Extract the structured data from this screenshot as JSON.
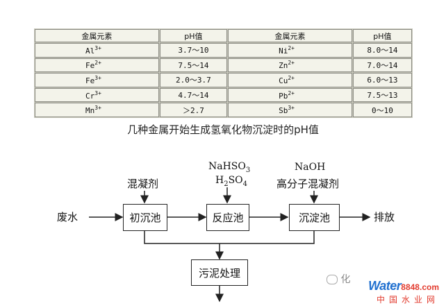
{
  "table": {
    "headers": [
      "金属元素",
      "pH值",
      "金属元素",
      "pH值"
    ],
    "rows": [
      {
        "e1": "Al",
        "c1": "3+",
        "p1": "3.7～10",
        "e2": "Ni",
        "c2": "2+",
        "p2": "8.0～14"
      },
      {
        "e1": "Fe",
        "c1": "2+",
        "p1": "7.5～14",
        "e2": "Zn",
        "c2": "2+",
        "p2": "7.0～14"
      },
      {
        "e1": "Fe",
        "c1": "3+",
        "p1": "2.0～3.7",
        "e2": "Cu",
        "c2": "2+",
        "p2": "6.0～13"
      },
      {
        "e1": "Cr",
        "c1": "3+",
        "p1": "4.7～14",
        "e2": "Pb",
        "c2": "2+",
        "p2": "7.5～13"
      },
      {
        "e1": "Mn",
        "c1": "3+",
        "p1": "＞2.7",
        "e2": "Sb",
        "c2": "3+",
        "p2": "0～10"
      }
    ]
  },
  "caption": "几种金属开始生成氢氧化物沉淀时的pH值",
  "flow": {
    "input": "废水",
    "output": "排放",
    "boxes": {
      "primary": "初沉池",
      "reaction": "反应池",
      "settling": "沉淀池",
      "sludge": "污泥处理"
    },
    "reagents": {
      "primary": "混凝剂",
      "reaction_line1": "NaHSO",
      "reaction_line1_sub": "3",
      "reaction_line2": "H",
      "reaction_line2_sub": "2",
      "reaction_line2_rest": "SO",
      "reaction_line2_sub2": "4",
      "settling_line1": "NaOH",
      "settling_line2": "高分子混凝剂"
    }
  },
  "watermark": {
    "wechat": "化",
    "logo_water": "Water",
    "logo_num": "8848",
    "logo_dot": ".com",
    "logo_cn": "中国水业网"
  }
}
